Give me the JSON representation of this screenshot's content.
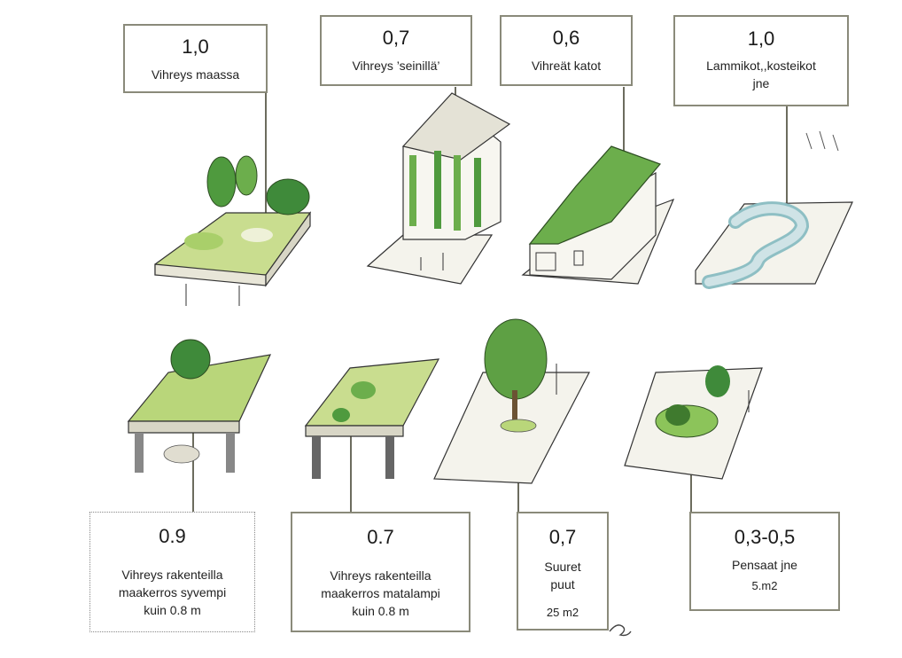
{
  "top_boxes": [
    {
      "value": "1,0",
      "label": "Vihreys maassa"
    },
    {
      "value": "0,7",
      "label": "Vihreys ’seinillä’"
    },
    {
      "value": "0,6",
      "label": "Vihreät katot"
    },
    {
      "value": "1,0",
      "label_line1": "Lammikot,,kosteikot",
      "label_line2": "jne"
    }
  ],
  "bottom_boxes": [
    {
      "value": "0.9",
      "line1": "Vihreys rakenteilla",
      "line2": "maakerros syvempi",
      "line3": "kuin 0.8 m"
    },
    {
      "value": "0.7",
      "line1": "Vihreys rakenteilla",
      "line2": "maakerros matalampi",
      "line3": "kuin 0.8 m"
    },
    {
      "value": "0,7",
      "line1": "Suuret",
      "line2": "puut",
      "line3": "25 m2"
    },
    {
      "value": "0,3-0,5",
      "line1": "Pensaat jne",
      "line2": "5.m2"
    }
  ],
  "colors": {
    "box_border": "#8a8a7a",
    "green_light": "#b9d67a",
    "green_mid": "#7db84c",
    "green_dark": "#3f7a2e",
    "water": "#cfe3e6"
  }
}
